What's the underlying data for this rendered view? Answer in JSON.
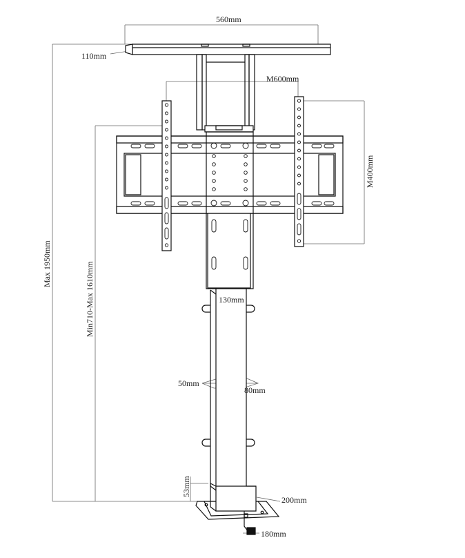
{
  "dimensions": {
    "top_width": "560mm",
    "top_height": "110mm",
    "mount_width": "M600mm",
    "mount_height": "M400mm",
    "max_height": "Max 1950mm",
    "travel": "Min710-Max 1610mm",
    "column_width": "130mm",
    "column_side": "50mm",
    "column_depth": "80mm",
    "base_height": "53mm",
    "base_depth": "200mm",
    "base_width": "180mm"
  },
  "colors": {
    "stroke": "#111111",
    "dimension_line": "#666666"
  }
}
